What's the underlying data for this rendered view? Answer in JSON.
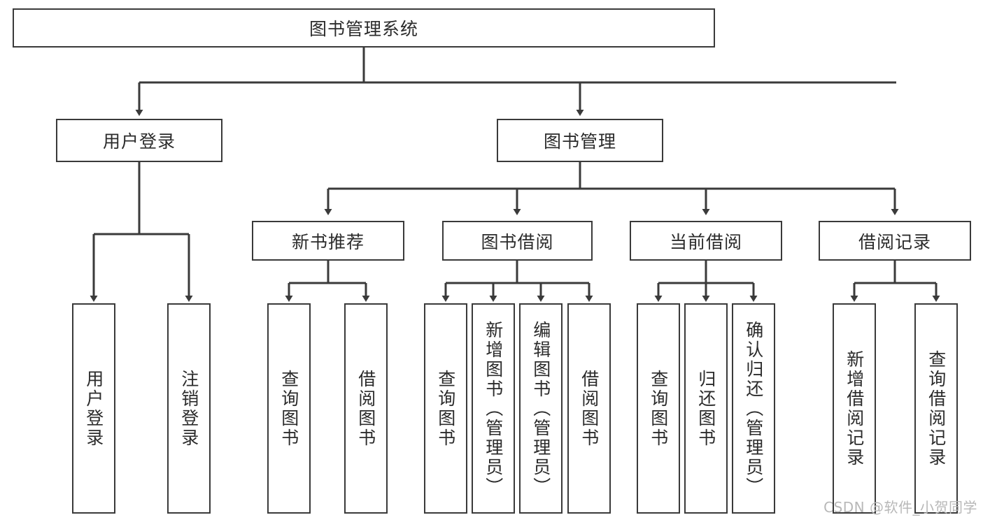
{
  "diagram": {
    "type": "tree-hierarchy",
    "title": "图书管理系统",
    "watermark": "CSDN @软件_小贺同学",
    "colors": {
      "stroke": "#3a3a3a",
      "fill": "#ffffff",
      "text": "#2b2b2b",
      "watermark": "#b8b8b8"
    },
    "nodes": {
      "root": {
        "label": "图书管理系统"
      },
      "level2": [
        {
          "id": "user-login",
          "label": "用户登录"
        },
        {
          "id": "book-manage",
          "label": "图书管理"
        }
      ],
      "level3": [
        {
          "id": "new-book-recommend",
          "label": "新书推荐"
        },
        {
          "id": "book-borrow",
          "label": "图书借阅"
        },
        {
          "id": "current-borrow",
          "label": "当前借阅"
        },
        {
          "id": "borrow-record",
          "label": "借阅记录"
        }
      ],
      "leaves": {
        "user_login": [
          {
            "id": "leaf-user-login",
            "label": "用户登录"
          },
          {
            "id": "leaf-logout-login",
            "label": "注销登录"
          }
        ],
        "new_book_recommend": [
          {
            "id": "leaf-query-book-1",
            "label": "查询图书"
          },
          {
            "id": "leaf-borrow-book-1",
            "label": "借阅图书"
          }
        ],
        "book_borrow": [
          {
            "id": "leaf-query-book-2",
            "label": "查询图书"
          },
          {
            "id": "leaf-add-book",
            "label": "新增图书（管理员）"
          },
          {
            "id": "leaf-edit-book",
            "label": "编辑图书（管理员）"
          },
          {
            "id": "leaf-borrow-book-2",
            "label": "借阅图书"
          }
        ],
        "current_borrow": [
          {
            "id": "leaf-query-book-3",
            "label": "查询图书"
          },
          {
            "id": "leaf-return-book",
            "label": "归还图书"
          },
          {
            "id": "leaf-confirm-return",
            "label": "确认归还（管理员）"
          }
        ],
        "borrow_record": [
          {
            "id": "leaf-add-record",
            "label": "新增借阅记录"
          },
          {
            "id": "leaf-query-record",
            "label": "查询借阅记录"
          }
        ]
      }
    }
  }
}
